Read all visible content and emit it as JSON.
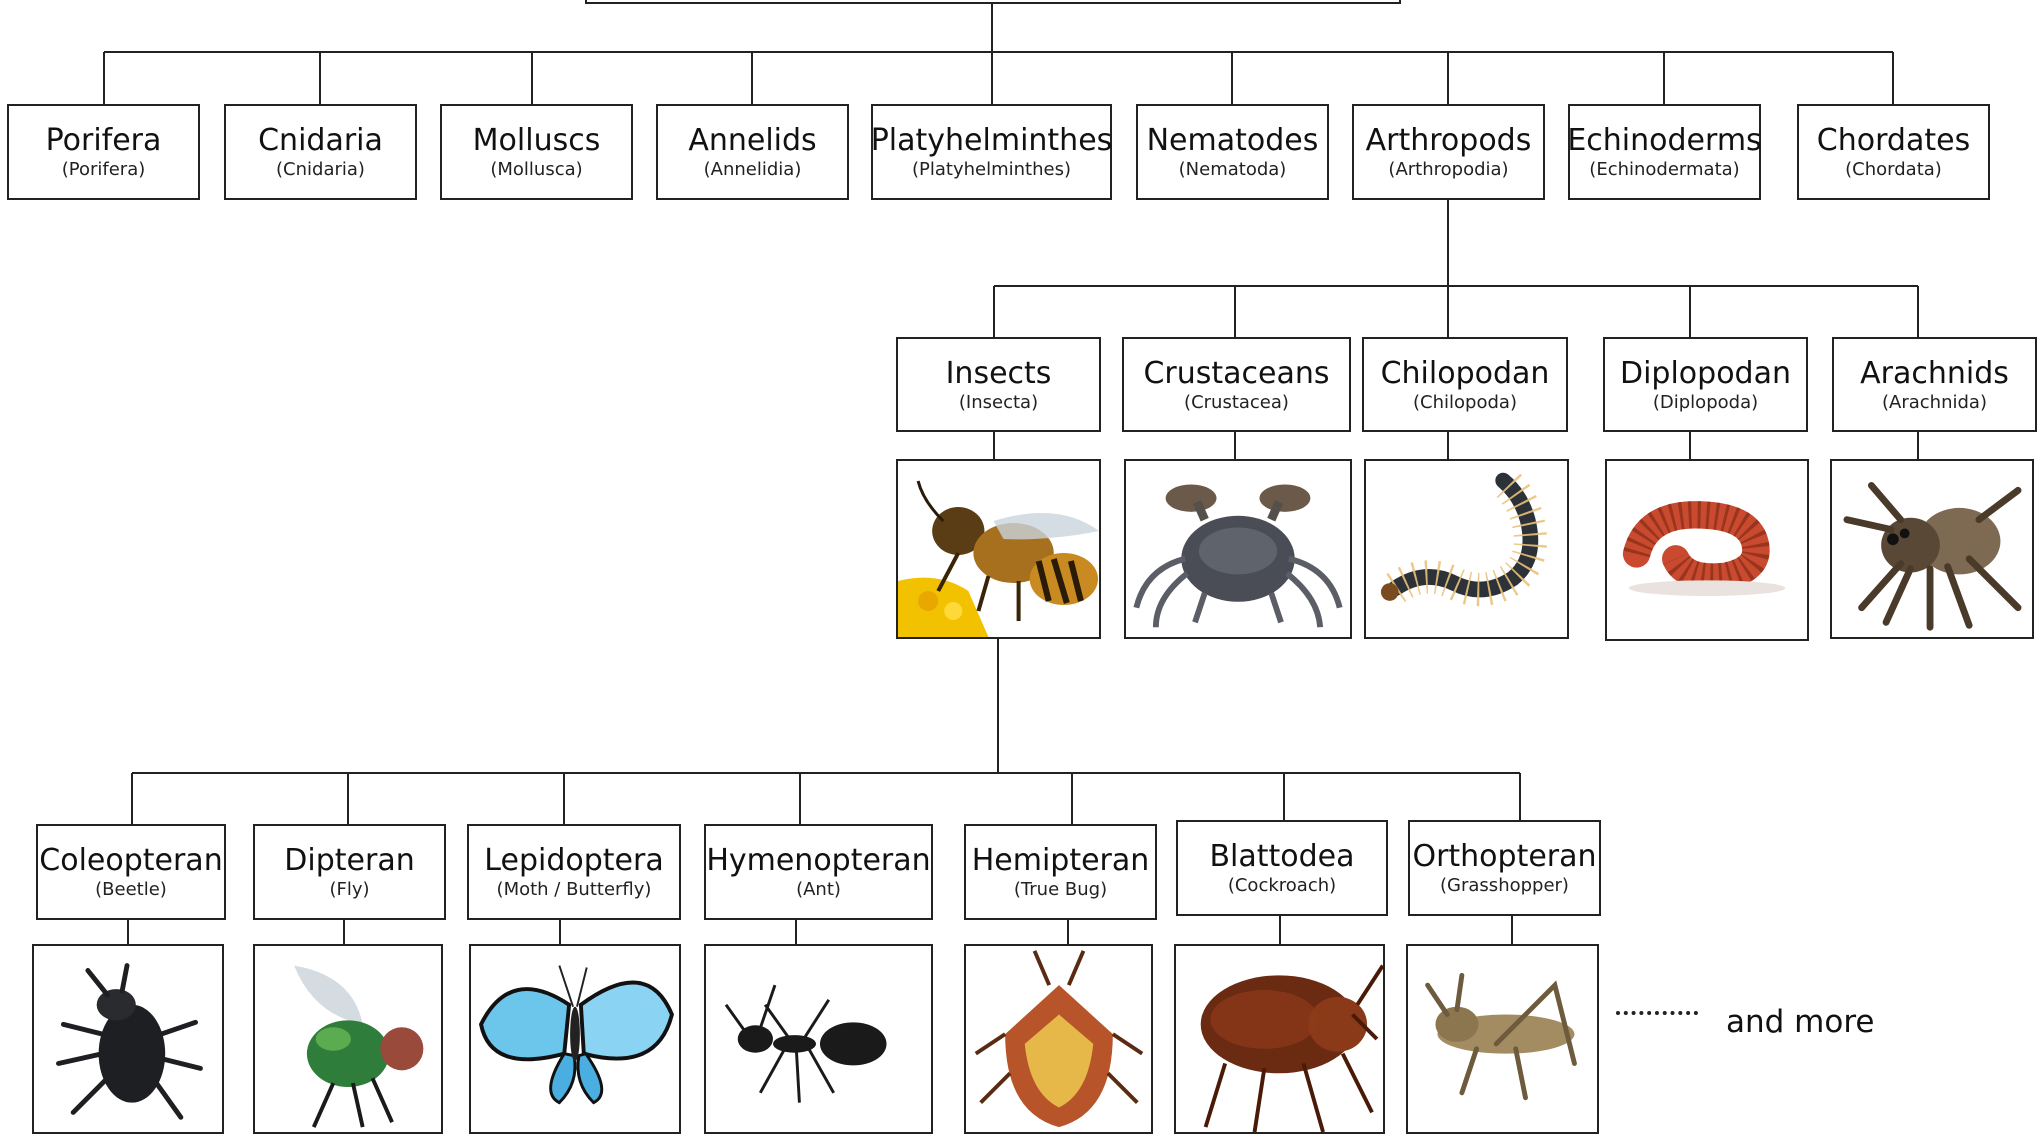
{
  "phyla": [
    {
      "name": "Porifera",
      "latin": "(Porifera)"
    },
    {
      "name": "Cnidaria",
      "latin": "(Cnidaria)"
    },
    {
      "name": "Molluscs",
      "latin": "(Mollusca)"
    },
    {
      "name": "Annelids",
      "latin": "(Annelidia)"
    },
    {
      "name": "Platyhelminthes",
      "latin": "(Platyhelminthes)"
    },
    {
      "name": "Nematodes",
      "latin": "(Nematoda)"
    },
    {
      "name": "Arthropods",
      "latin": "(Arthropodia)"
    },
    {
      "name": "Echinoderms",
      "latin": "(Echinodermata)"
    },
    {
      "name": "Chordates",
      "latin": "(Chordata)"
    }
  ],
  "arthropod_classes": [
    {
      "name": "Insects",
      "latin": "(Insecta)",
      "image": "bee"
    },
    {
      "name": "Crustaceans",
      "latin": "(Crustacea)",
      "image": "crab"
    },
    {
      "name": "Chilopodan",
      "latin": "(Chilopoda)",
      "image": "centipede"
    },
    {
      "name": "Diplopodan",
      "latin": "(Diplopoda)",
      "image": "millipede"
    },
    {
      "name": "Arachnids",
      "latin": "(Arachnida)",
      "image": "spider"
    }
  ],
  "insect_orders": [
    {
      "name": "Coleopteran",
      "common": "(Beetle)",
      "image": "beetle"
    },
    {
      "name": "Dipteran",
      "common": "(Fly)",
      "image": "fly"
    },
    {
      "name": "Lepidoptera",
      "common": "(Moth / Butterfly)",
      "image": "butterfly"
    },
    {
      "name": "Hymenopteran",
      "common": "(Ant)",
      "image": "ant"
    },
    {
      "name": "Hemipteran",
      "common": "(True Bug)",
      "image": "stink-bug"
    },
    {
      "name": "Blattodea",
      "common": "(Cockroach)",
      "image": "cockroach"
    },
    {
      "name": "Orthopteran",
      "common": "(Grasshopper)",
      "image": "grasshopper"
    }
  ],
  "continuation": "and more",
  "colors": {
    "line": "#222222",
    "box_border": "#222222",
    "background": "#ffffff"
  }
}
